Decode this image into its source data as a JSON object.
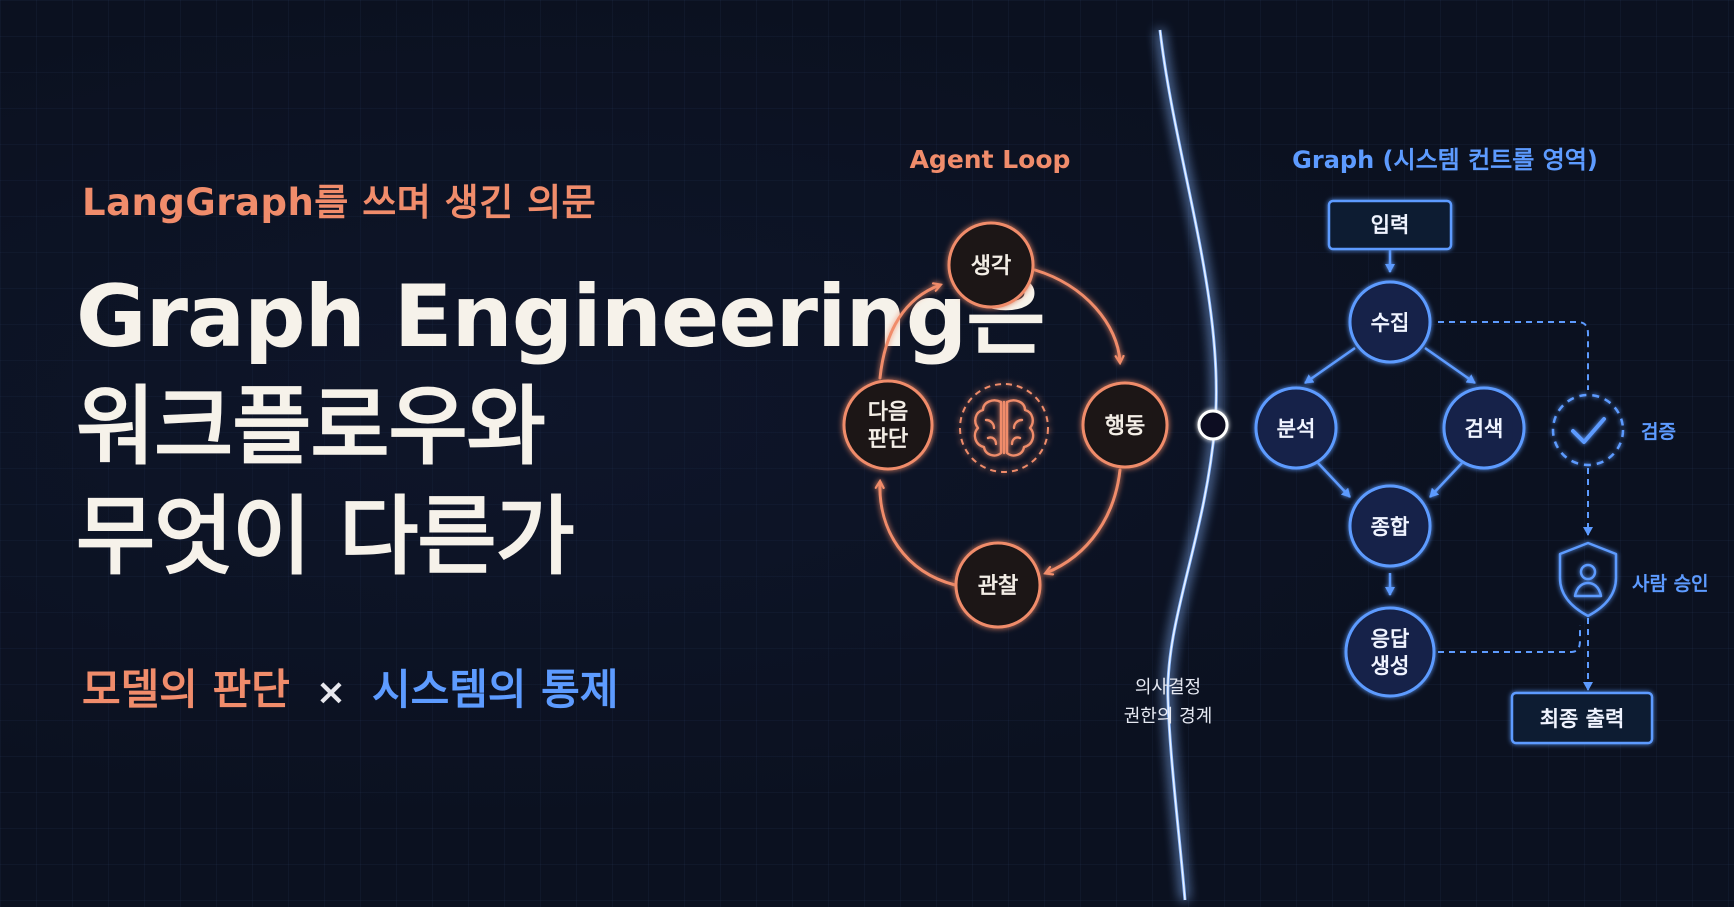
{
  "header": {
    "subtitle": "LangGraph를 쓰며 생긴 의문",
    "title_lines": [
      "Graph Engineering은",
      "워크플로우와",
      "무엇이 다른가"
    ],
    "tagline_left": "모델의 판단",
    "tagline_sep": "×",
    "tagline_right": "시스템의 통제"
  },
  "agent_loop": {
    "title": "Agent Loop",
    "nodes": {
      "think": "생각",
      "act": "행동",
      "observe": "관찰",
      "next_1": "다음",
      "next_2": "판단"
    },
    "center_icon": "brain-icon"
  },
  "boundary": {
    "label_1": "의사결정",
    "label_2": "권한의 경계"
  },
  "graph": {
    "title": "Graph (시스템 컨트롤 영역)",
    "nodes": {
      "input": "입력",
      "collect": "수집",
      "analyze": "분석",
      "search": "검색",
      "synthesize": "종합",
      "respond_1": "응답",
      "respond_2": "생성",
      "final": "최종 출력"
    },
    "side": {
      "verify": "검증",
      "approval": "사람 승인"
    },
    "icons": [
      "check-icon",
      "shield-user-icon"
    ]
  },
  "colors": {
    "background": "#0b1120",
    "orange": "#f08c6b",
    "blue": "#5d9bff",
    "title": "#f6f2ea"
  }
}
